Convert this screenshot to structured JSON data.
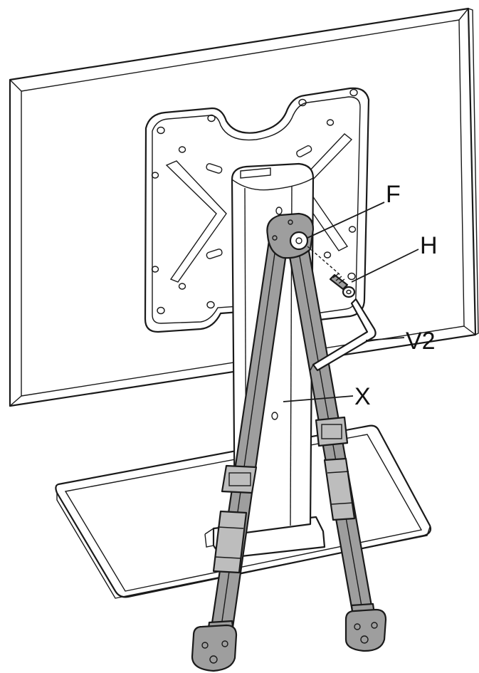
{
  "callouts": {
    "F": "F",
    "H": "H",
    "V2": "V2",
    "X": "X"
  },
  "colors": {
    "line": "#1a1a1a",
    "paper": "#ffffff",
    "strap": "#9e9e9e",
    "strap_dark": "#7c7c7c"
  }
}
